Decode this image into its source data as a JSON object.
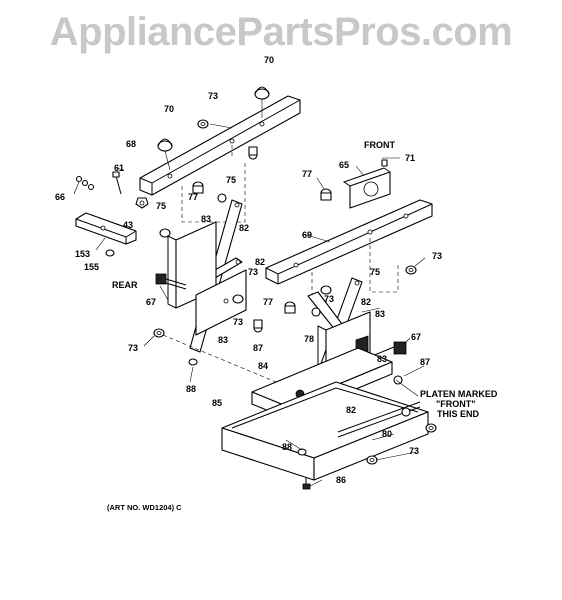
{
  "watermark": "AppliancePartsPros.com",
  "art_number": "(ART NO. WD1204) C",
  "notes": {
    "front": "FRONT",
    "rear": "REAR",
    "platen_line1": "PLATEN MARKED",
    "platen_line2": "\"FRONT\"",
    "platen_line3": "THIS END"
  },
  "callouts": {
    "c70a": "70",
    "c70b": "70",
    "c73a": "73",
    "c68": "68",
    "c61": "61",
    "c66": "66",
    "c43": "43",
    "c77a": "77",
    "c75a": "75",
    "c75b": "75",
    "c83a": "83",
    "c82a": "82",
    "c153": "153",
    "c155": "155",
    "c65": "65",
    "c71": "71",
    "c77b": "77",
    "c69": "69",
    "c73b": "73",
    "c73c": "73",
    "c82b": "82",
    "c67a": "67",
    "c73d": "73",
    "c75c": "75",
    "c77c": "77",
    "c82c": "82",
    "c73e": "73",
    "c83b": "83",
    "c87a": "87",
    "c73f": "73",
    "c83c": "83",
    "c78": "78",
    "c83d": "83",
    "c67b": "67",
    "c87b": "87",
    "c88a": "88",
    "c84": "84",
    "c85": "85",
    "c82d": "82",
    "c88b": "88",
    "c80": "80",
    "c73g": "73",
    "c86": "86"
  },
  "colors": {
    "line": "#000000",
    "watermark": "#c8c8c8",
    "background": "#ffffff"
  }
}
